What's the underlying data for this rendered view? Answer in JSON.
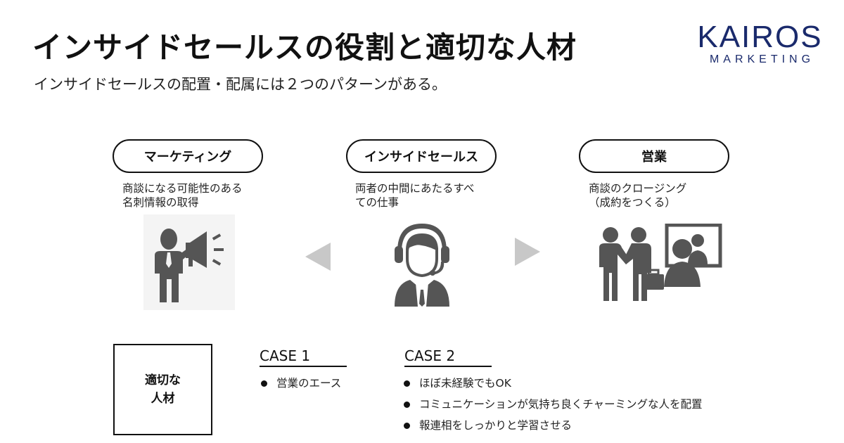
{
  "header": {
    "title": "インサイドセールスの役割と適切な人材",
    "subtitle": "インサイドセールスの配置・配属には２つのパターンがある。"
  },
  "logo": {
    "main": "KAIROS",
    "sub": "MARKETING",
    "color": "#1a2a6c"
  },
  "roles": [
    {
      "label": "マーケティング",
      "desc_lines": [
        "商談になる可能性のある",
        "名刺情報の取得"
      ],
      "icon": "megaphone-person-icon"
    },
    {
      "label": "インサイドセールス",
      "desc_lines": [
        "両者の中間にあたるすべ",
        "ての仕事"
      ],
      "icon": "headset-operator-icon"
    },
    {
      "label": "営業",
      "desc_lines": [
        "商談のクロージング",
        "（成約をつくる）"
      ],
      "icon": "handshake-meeting-icon"
    }
  ],
  "arrows": {
    "left": "arrow-left-icon",
    "right": "arrow-right-icon",
    "color": "#c8c8c8"
  },
  "talent": {
    "box_lines": [
      "適切な",
      "人材"
    ],
    "cases": [
      {
        "heading": "CASE 1",
        "items": [
          "営業のエース"
        ]
      },
      {
        "heading": "CASE 2",
        "items": [
          "ほぼ未経験でもOK",
          "コミュニケーションが気持ち良くチャーミングな人を配置",
          "報連相をしっかりと学習させる"
        ]
      }
    ]
  },
  "colors": {
    "icon": "#555555",
    "icon_bg": "#f4f4f4"
  }
}
